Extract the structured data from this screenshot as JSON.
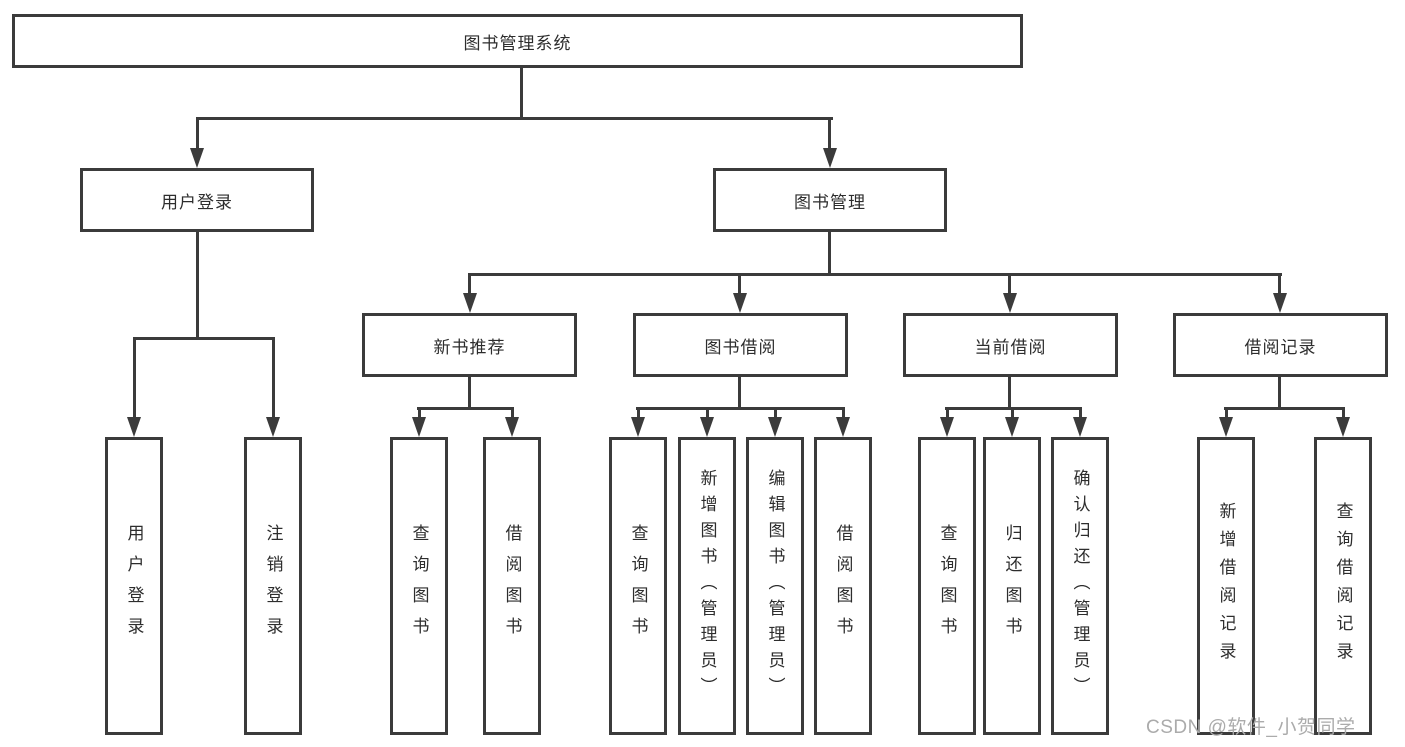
{
  "diagram": {
    "type": "hierarchy-diagram",
    "colors": {
      "line": "#3b3b3b",
      "text": "#2d2d2d",
      "background": "#ffffff",
      "watermark": "#ababab"
    },
    "tree": {
      "root": {
        "label": "图书管理系统"
      },
      "branches": [
        {
          "label": "用户登录",
          "children": [
            {
              "label": "用户登录"
            },
            {
              "label": "注销登录"
            }
          ]
        },
        {
          "label": "图书管理",
          "children": [
            {
              "label": "新书推荐",
              "children": [
                {
                  "label": "查询图书"
                },
                {
                  "label": "借阅图书"
                }
              ]
            },
            {
              "label": "图书借阅",
              "children": [
                {
                  "label": "查询图书"
                },
                {
                  "label": "新增图书（管理员）"
                },
                {
                  "label": "编辑图书（管理员）"
                },
                {
                  "label": "借阅图书"
                }
              ]
            },
            {
              "label": "当前借阅",
              "children": [
                {
                  "label": "查询图书"
                },
                {
                  "label": "归还图书"
                },
                {
                  "label": "确认归还（管理员）"
                }
              ]
            },
            {
              "label": "借阅记录",
              "children": [
                {
                  "label": "新增借阅记录"
                },
                {
                  "label": "查询借阅记录"
                }
              ]
            }
          ]
        }
      ]
    }
  },
  "watermark": "CSDN @软件_小贺同学"
}
